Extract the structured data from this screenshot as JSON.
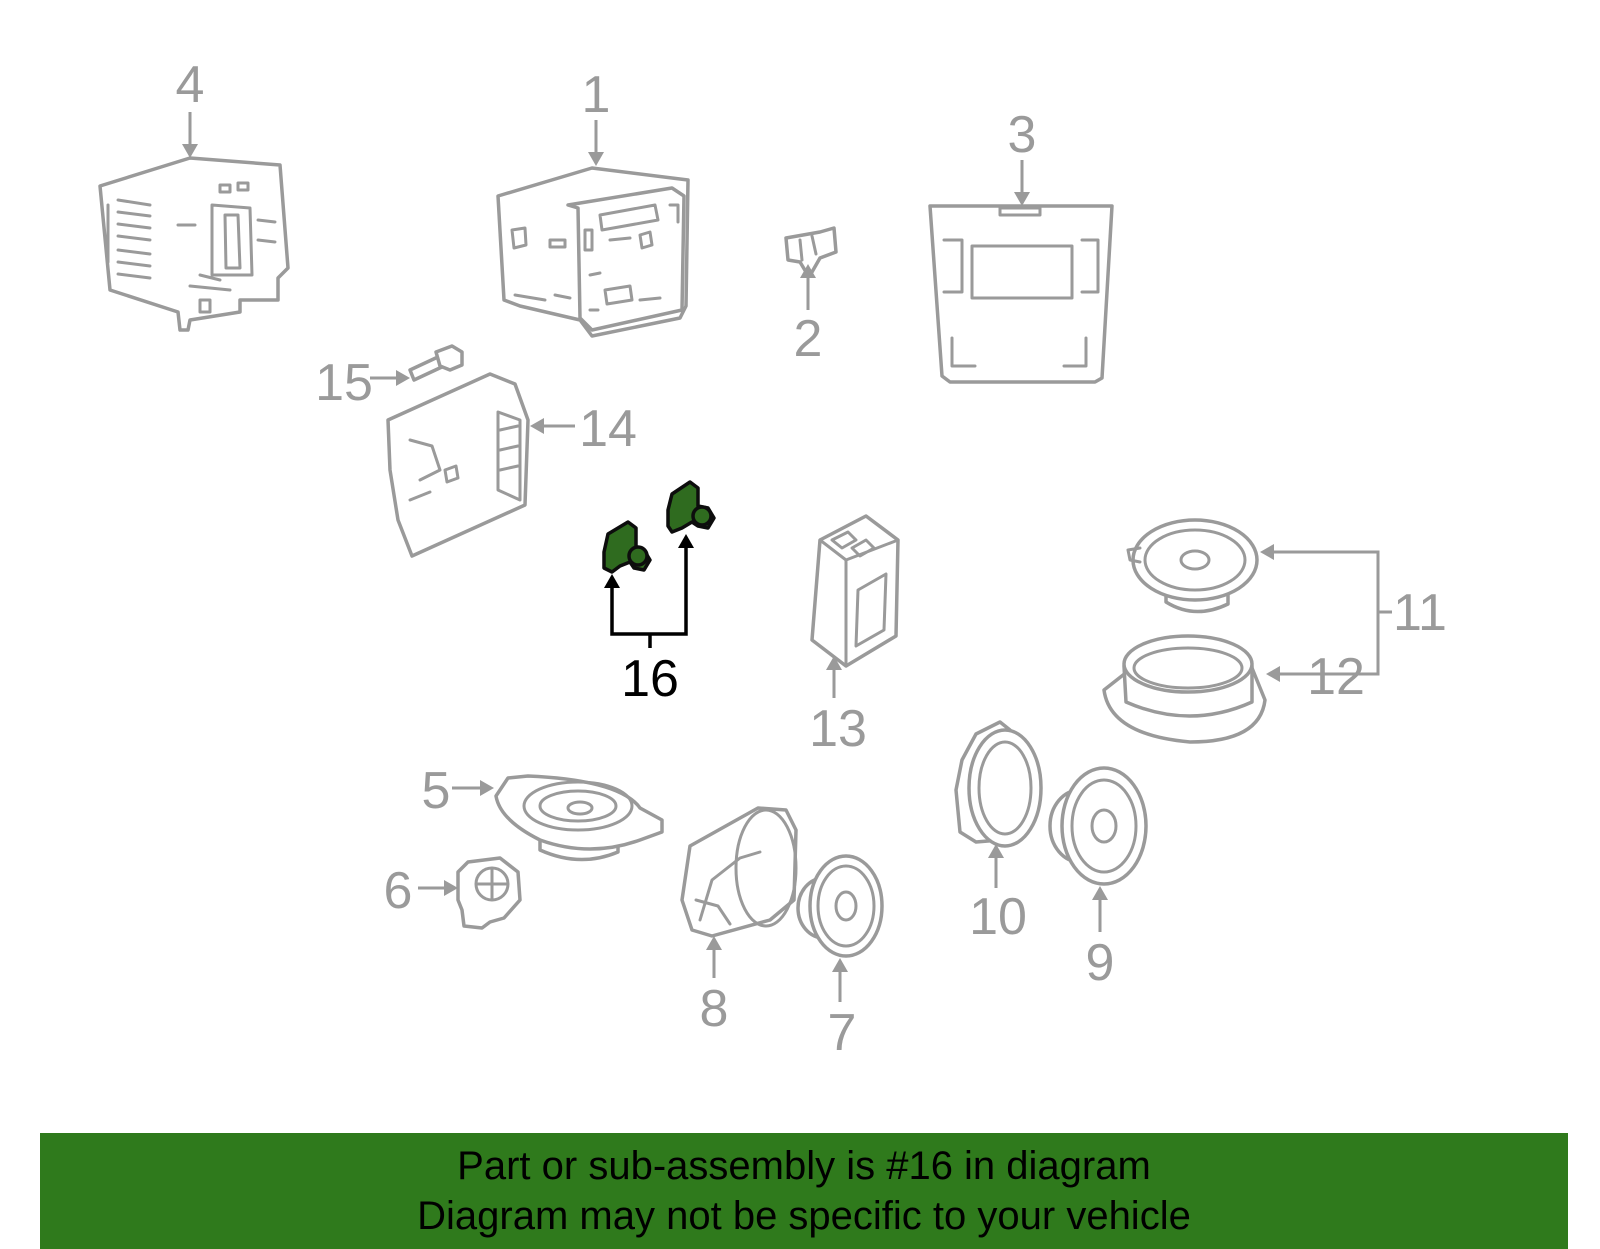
{
  "diagram": {
    "highlight_color": "#2f6b1f",
    "part_stroke_color": "#9a9a9a",
    "callouts": {
      "c1": "1",
      "c2": "2",
      "c3": "3",
      "c4": "4",
      "c5": "5",
      "c6": "6",
      "c7": "7",
      "c8": "8",
      "c9": "9",
      "c10": "10",
      "c11": "11",
      "c12": "12",
      "c13": "13",
      "c14": "14",
      "c15": "15",
      "c16": "16"
    },
    "highlighted_callout": "16"
  },
  "banner": {
    "background": "#2f7a1c",
    "line1": "Part or sub-assembly is #16 in diagram",
    "line2": "Diagram may not be specific to your vehicle"
  }
}
